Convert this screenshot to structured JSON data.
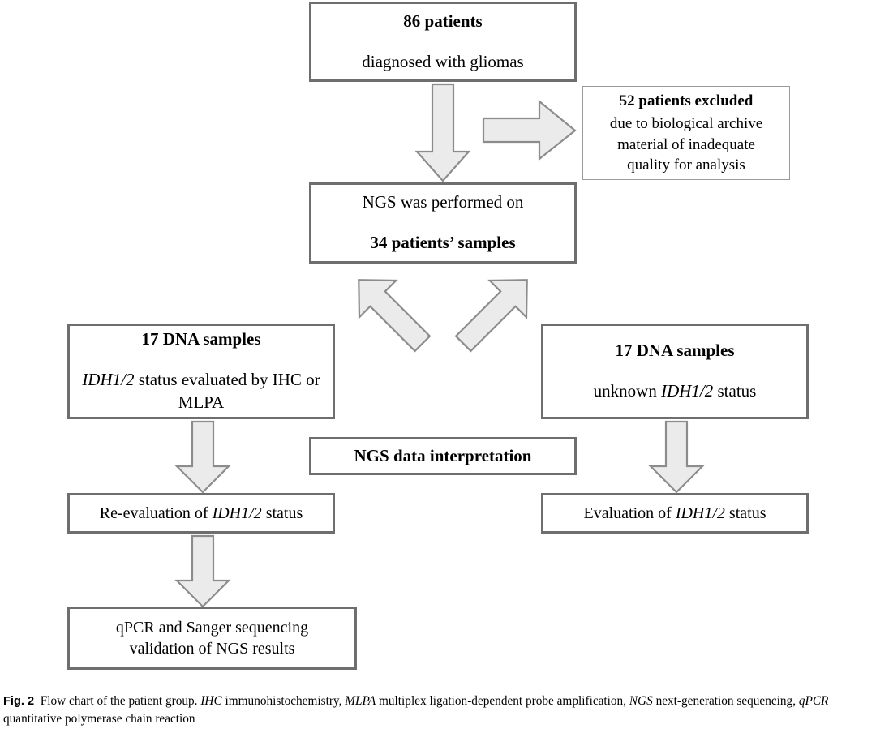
{
  "figure": {
    "id": "Fig. 2",
    "caption_text": "Flow chart of the patient group. ",
    "caption_parts": [
      {
        "text": "Flow chart of the patient group. ",
        "style": "normal"
      },
      {
        "text": "IHC",
        "style": "italic"
      },
      {
        "text": " immunohistochemistry, ",
        "style": "normal"
      },
      {
        "text": "MLPA",
        "style": "italic"
      },
      {
        "text": " multiplex ligation-dependent probe amplification, ",
        "style": "normal"
      },
      {
        "text": "NGS",
        "style": "italic"
      },
      {
        "text": " next-generation sequencing, ",
        "style": "normal"
      },
      {
        "text": "qPCR",
        "style": "italic"
      },
      {
        "text": " quantitative polymerase chain reaction",
        "style": "normal"
      }
    ]
  },
  "colors": {
    "box_border_thick": "#6e6e6e",
    "box_border_thin": "#9a9a9a",
    "arrow_fill": "#ebebeb",
    "arrow_stroke": "#8c8c8c",
    "background": "#ffffff",
    "text": "#000000"
  },
  "chart_data": {
    "type": "flowchart",
    "title": "Flow chart of the patient group",
    "nodes": [
      {
        "id": "cohort",
        "lines": [
          {
            "text": "86 patients",
            "bold": true,
            "italic": false
          },
          {
            "text": "diagnosed with gliomas",
            "bold": false,
            "italic": false
          }
        ],
        "count": 86,
        "border": "thick"
      },
      {
        "id": "excluded",
        "lines": [
          {
            "text": "52 patients excluded",
            "bold": true,
            "italic": false
          },
          {
            "text": "due to biological archive",
            "bold": false,
            "italic": false
          },
          {
            "text": "material of inadequate",
            "bold": false,
            "italic": false
          },
          {
            "text": "quality for analysis",
            "bold": false,
            "italic": false
          }
        ],
        "count": 52,
        "border": "thin"
      },
      {
        "id": "ngs-performed",
        "lines": [
          {
            "text": "NGS was performed on",
            "bold": false,
            "italic": false
          },
          {
            "text": "34 patients’ samples",
            "bold": true,
            "italic": false
          }
        ],
        "count": 34,
        "border": "thick"
      },
      {
        "id": "known-status",
        "lines": [
          {
            "text": "17 DNA samples",
            "bold": true,
            "italic": false
          },
          {
            "text": "IDH1/2 status evaluated by IHC or MLPA",
            "bold": false,
            "italic": false
          }
        ],
        "count": 17,
        "border": "thick"
      },
      {
        "id": "unknown-status",
        "lines": [
          {
            "text": "17 DNA samples",
            "bold": true,
            "italic": false
          },
          {
            "text": "unknown IDH1/2 status",
            "bold": false,
            "italic": false
          }
        ],
        "count": 17,
        "border": "thick"
      },
      {
        "id": "interpretation",
        "lines": [
          {
            "text": "NGS data interpretation",
            "bold": true,
            "italic": false
          }
        ],
        "border": "thick"
      },
      {
        "id": "re-evaluation",
        "lines": [
          {
            "text": "Re-evaluation of IDH1/2 status",
            "bold": false,
            "italic": false
          }
        ],
        "border": "thick"
      },
      {
        "id": "evaluation",
        "lines": [
          {
            "text": "Evaluation of IDH1/2 status",
            "bold": false,
            "italic": false
          }
        ],
        "border": "thick"
      },
      {
        "id": "validation",
        "lines": [
          {
            "text": "qPCR and Sanger sequencing",
            "bold": false,
            "italic": false
          },
          {
            "text": "validation of NGS results",
            "bold": false,
            "italic": false
          }
        ],
        "border": "thick"
      }
    ],
    "edges": [
      {
        "from": "cohort",
        "to": "ngs-performed",
        "direction": "down"
      },
      {
        "from": "cohort",
        "to": "excluded",
        "direction": "right"
      },
      {
        "from": "ngs-performed",
        "to": "known-status",
        "direction": "down-left"
      },
      {
        "from": "ngs-performed",
        "to": "unknown-status",
        "direction": "down-right"
      },
      {
        "from": "known-status",
        "to": "re-evaluation",
        "direction": "down"
      },
      {
        "from": "unknown-status",
        "to": "evaluation",
        "direction": "down"
      },
      {
        "from": "re-evaluation",
        "to": "validation",
        "direction": "down"
      }
    ]
  },
  "nodes": {
    "cohort": {
      "line1": "86 patients",
      "line2": "diagnosed with gliomas"
    },
    "excluded": {
      "line1": "52 patients excluded",
      "line2": "due to biological archive",
      "line3": "material of inadequate",
      "line4": "quality for analysis"
    },
    "ngs_performed": {
      "line1": "NGS was performed on",
      "line2": "34 patients’ samples"
    },
    "known_status": {
      "line1": "17 DNA samples",
      "gene": "IDH1/2",
      "line2_rest": " status evaluated by IHC or MLPA"
    },
    "unknown_status": {
      "line1": "17 DNA samples",
      "line2_prefix": "unknown ",
      "gene": "IDH1/2",
      "line2_suffix": " status"
    },
    "interpretation": {
      "line1": "NGS data interpretation"
    },
    "re_evaluation": {
      "prefix": "Re-evaluation of ",
      "gene": "IDH1/2",
      "suffix": " status"
    },
    "evaluation": {
      "prefix": "Evaluation of ",
      "gene": "IDH1/2",
      "suffix": " status"
    },
    "validation": {
      "line1": "qPCR and Sanger sequencing",
      "line2": "validation of NGS results"
    }
  },
  "caption": {
    "fig_label": "Fig. 2",
    "s1": "Flow chart of the patient group. ",
    "i1": "IHC",
    "s2": " immunohistochemistry, ",
    "i2": "MLPA",
    "s3": " multiplex ligation-dependent probe amplification, ",
    "i3": "NGS",
    "s4": " next-generation sequencing, ",
    "i4": "qPCR",
    "s5": " quantitative polymerase chain reaction"
  }
}
